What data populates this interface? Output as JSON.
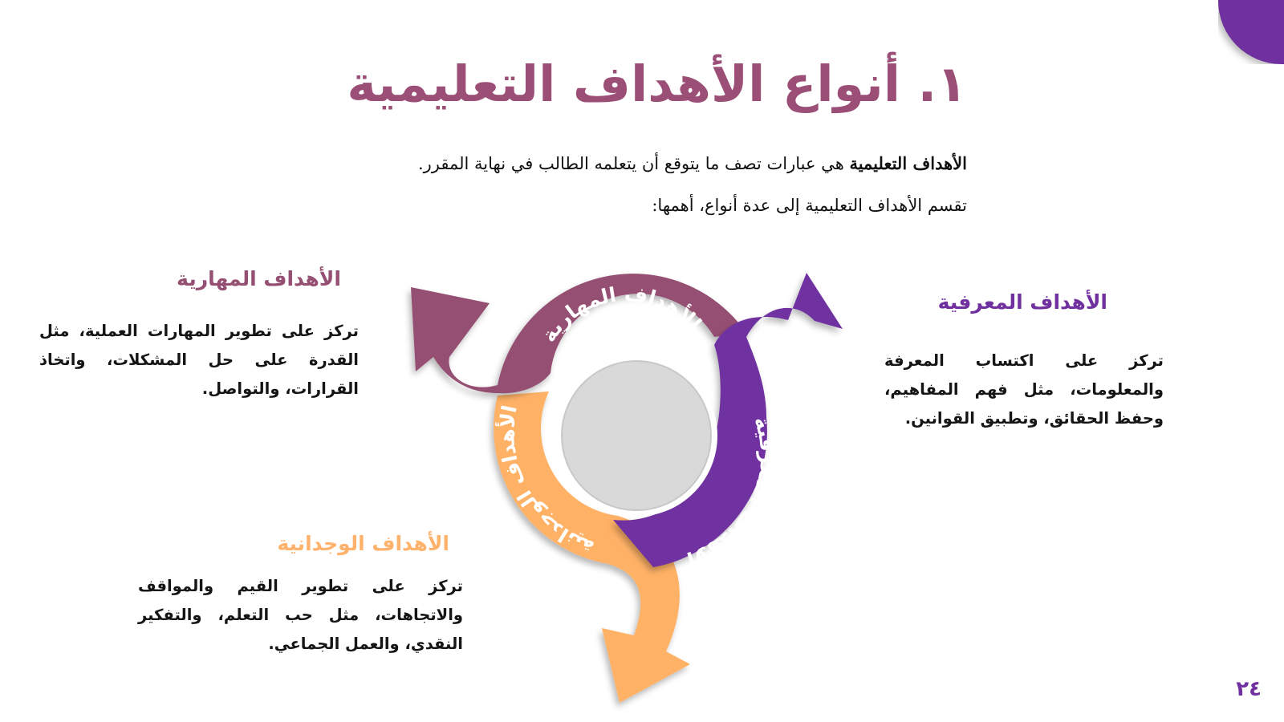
{
  "slide": {
    "title": "١. أنواع الأهداف التعليمية",
    "definition_term": "الأهداف التعليمية",
    "definition_rest": " هي عبارات تصف ما يتوقع أن يتعلمه الطالب في نهاية المقرر.",
    "subtitle": "تقسم الأهداف التعليمية إلى عدة أنواع، أهمها:",
    "page_number": "٢٤"
  },
  "colors": {
    "title": "#9b4f77",
    "skill": "#954f72",
    "cognitive": "#7030a0",
    "affective": "#ffb266",
    "affective_heading": "#ffb26b",
    "center": "#d9d9d9",
    "accent_corner": "#7030a0"
  },
  "cycle": {
    "skill_label": "الأهداف المهارية",
    "cognitive_label": "الأهداف المعرفية",
    "affective_label": "الأهداف الوجدانية"
  },
  "types": {
    "skill": {
      "heading": "الأهداف المهارية",
      "description": "تركز على تطوير المهارات العملية، مثل القدرة على حل المشكلات، واتخاذ القرارات، والتواصل."
    },
    "cognitive": {
      "heading": "الأهداف المعرفية",
      "description": "تركز على اكتساب المعرفة والمعلومات، مثل فهم المفاهيم، وحفظ الحقائق، وتطبيق القوانين."
    },
    "affective": {
      "heading": "الأهداف الوجدانية",
      "description": "تركز على تطوير القيم والمواقف والاتجاهات، مثل حب التعلم، والتفكير النقدي، والعمل الجماعي."
    }
  }
}
